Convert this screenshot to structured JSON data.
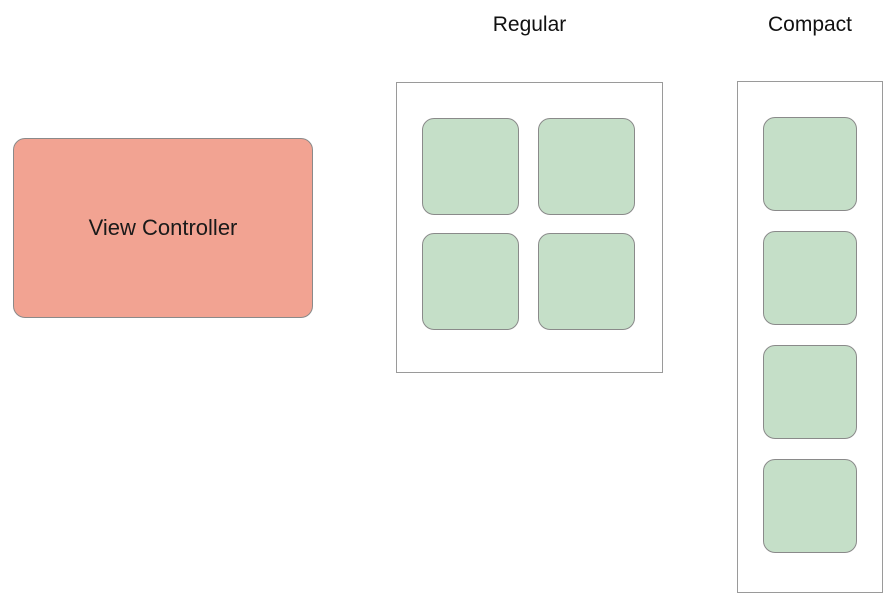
{
  "diagram": {
    "view_controller": {
      "label": "View Controller"
    },
    "regular": {
      "label": "Regular",
      "tile_count": 4,
      "arrangement": "2x2-grid"
    },
    "compact": {
      "label": "Compact",
      "tile_count": 4,
      "arrangement": "vertical-stack"
    },
    "colors": {
      "view_controller_fill": "#f2a392",
      "tile_fill": "#c5dfc8",
      "shape_border": "#8a8a8a",
      "container_border": "#9a9a9a",
      "text": "#111111",
      "background": "#ffffff"
    }
  }
}
